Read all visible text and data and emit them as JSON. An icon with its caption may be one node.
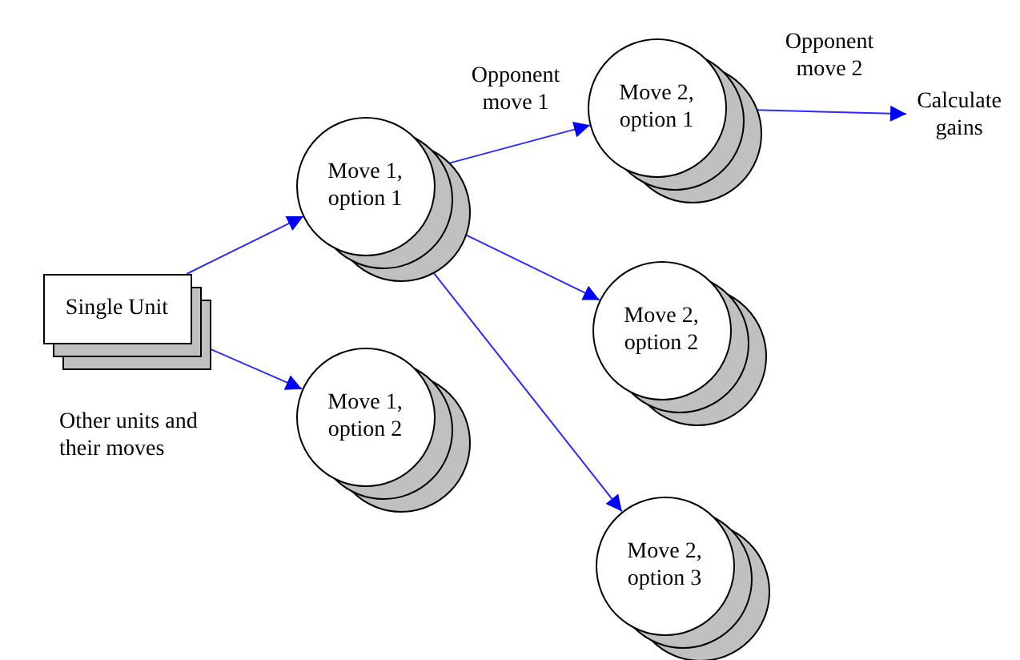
{
  "diagram": {
    "nodes": [
      {
        "text": [
          "Single Unit"
        ],
        "beside": [
          "Other units and their moves"
        ]
      },
      {
        "text": [
          "Move 1, option 1"
        ]
      },
      {
        "text": [
          "Move 1, option 2"
        ]
      },
      {
        "text": [
          "Move 2, option 1"
        ]
      },
      {
        "text": [
          "Move 2, option 2"
        ]
      },
      {
        "text": [
          "Move 2, option 3"
        ]
      },
      {
        "text": [
          "Calculate gains"
        ]
      }
    ],
    "edges": [
      {
        "from": 0,
        "to": 1,
        "arrow": "to"
      },
      {
        "from": 0,
        "to": 2,
        "arrow": "to"
      },
      {
        "from": 1,
        "to": 3,
        "arrow": "to",
        "label": "Opponent move 1"
      },
      {
        "from": 1,
        "to": 4,
        "arrow": "to"
      },
      {
        "from": 1,
        "to": 5,
        "arrow": "to"
      },
      {
        "from": 3,
        "to": 6,
        "arrow": "to",
        "label": "Opponent move 2"
      }
    ]
  }
}
